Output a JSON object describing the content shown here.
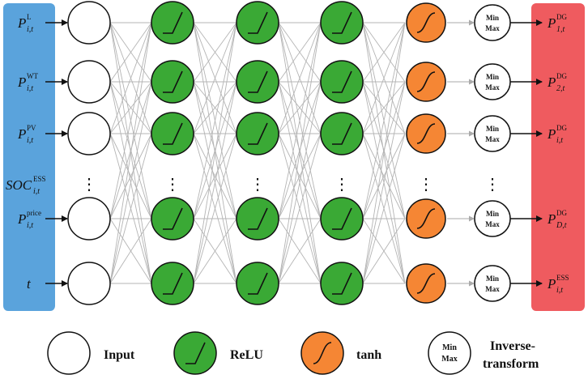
{
  "input_labels": [
    {
      "base": "P",
      "sup": "L",
      "sub": "i,t"
    },
    {
      "base": "P",
      "sup": "WT",
      "sub": "i,t"
    },
    {
      "base": "P",
      "sup": "PV",
      "sub": "i,t"
    },
    {
      "base": "SOC",
      "sup": "ESS",
      "sub": "i,t"
    },
    {
      "base": "P",
      "sup": "price",
      "sub": "i,t"
    },
    {
      "base": "t",
      "sup": "",
      "sub": ""
    }
  ],
  "output_labels": [
    {
      "base": "P",
      "sup": "DG",
      "sub": "1,t"
    },
    {
      "base": "P",
      "sup": "DG",
      "sub": "2,t"
    },
    {
      "base": "P",
      "sup": "DG",
      "sub": "i,t"
    },
    {
      "base": "P",
      "sup": "DG",
      "sub": "D,t"
    },
    {
      "base": "P",
      "sup": "ESS",
      "sub": "i,t"
    }
  ],
  "minmax_text": [
    "Min",
    "Max"
  ],
  "ellipsis": "⋮",
  "colors": {
    "input_panel": "#5aa3dc",
    "output_panel": "#ef5b5f",
    "relu": "#3aa935",
    "tanh": "#f58634",
    "edge": "#b4b4b4"
  },
  "legend": {
    "input": "Input",
    "relu": "ReLU",
    "tanh": "tanh",
    "minmax_top": "Min",
    "minmax_bottom": "Max",
    "inverse_line1": "Inverse-",
    "inverse_line2": "transform"
  }
}
